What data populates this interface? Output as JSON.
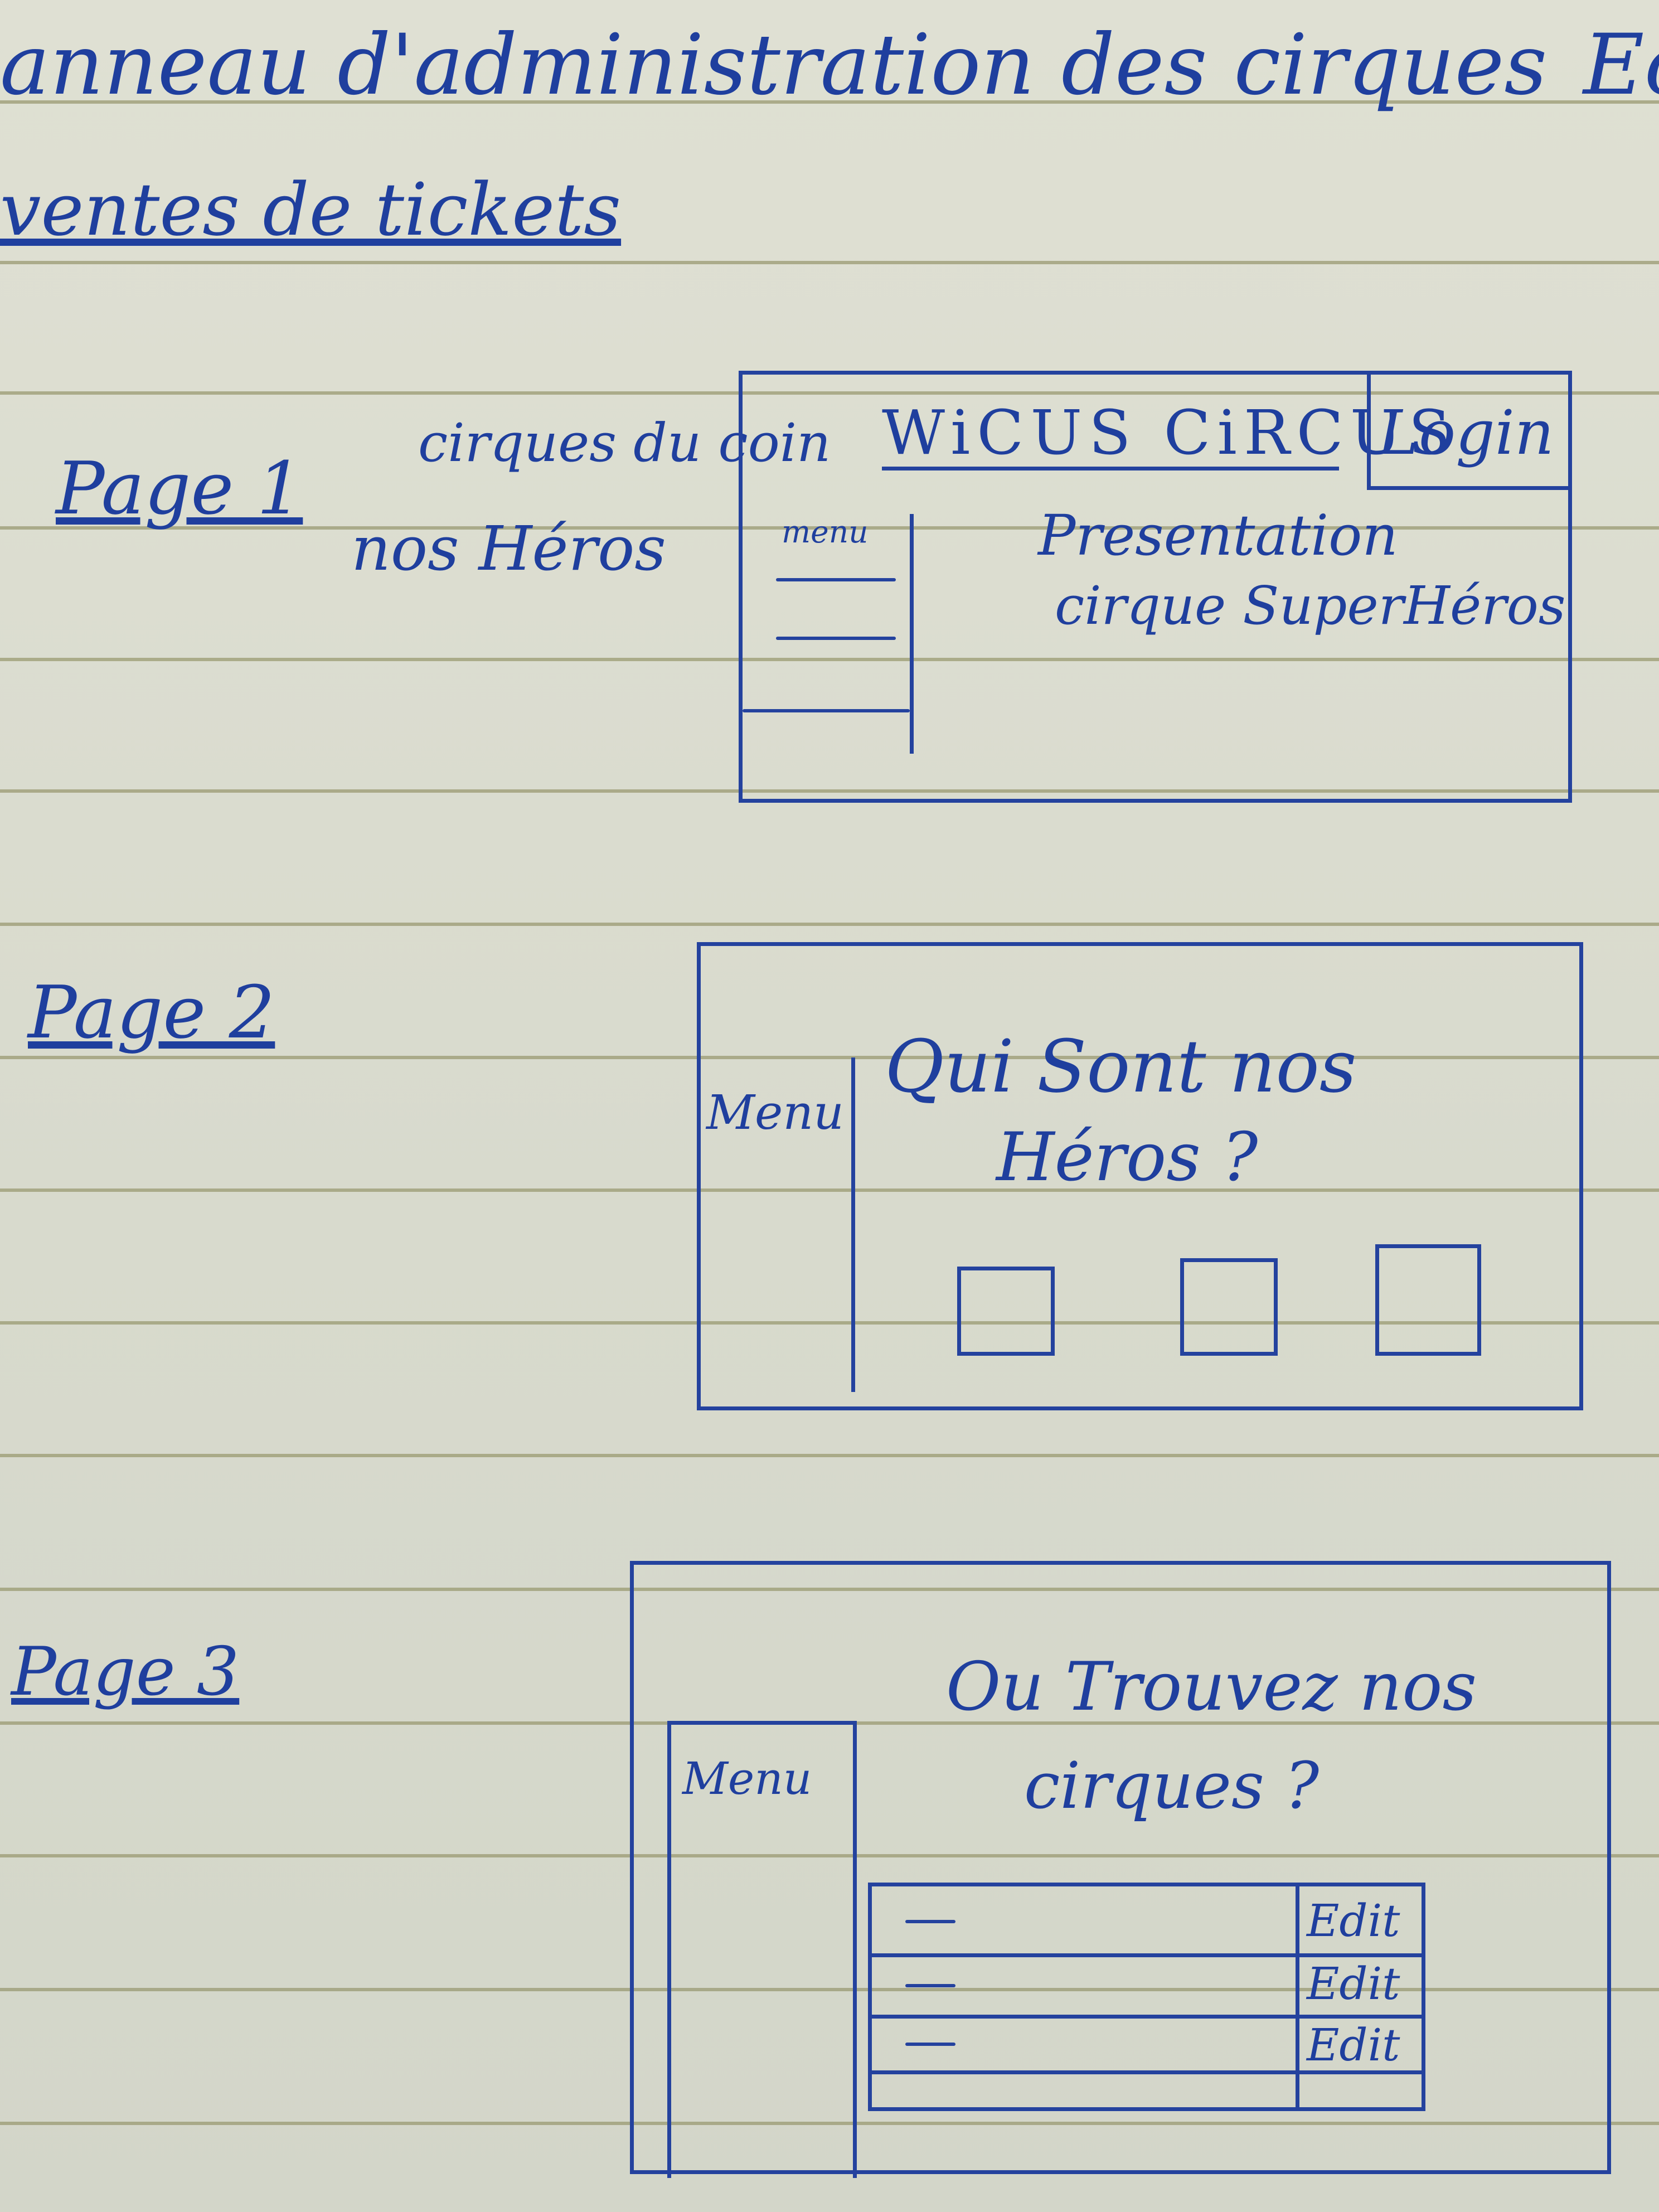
{
  "header": {
    "title": "anneau d'administration des cirques",
    "title_suffix": "Ec",
    "subtitle": "ventes de tickets"
  },
  "page1": {
    "label": "Page 1",
    "note_line1": "cirques du coin",
    "note_line2": "nos Héros",
    "brand": "WiCUS CiRCUS",
    "login": "Login",
    "menu": "menu",
    "content_line1": "Presentation",
    "content_line2": "cirque SuperHéros"
  },
  "page2": {
    "label": "Page 2",
    "menu": "Menu",
    "title_line1": "Qui Sont nos",
    "title_line2": "Héros ?"
  },
  "page3": {
    "label": "Page 3",
    "menu": "Menu",
    "title_line1": "Ou Trouvez nos",
    "title_line2": "cirques ?",
    "rows": [
      {
        "action": "Edit"
      },
      {
        "action": "Edit"
      },
      {
        "action": "Edit"
      }
    ]
  },
  "colors": {
    "ink": "#1f3f9e",
    "paper": "#dcdecf",
    "rule": "#9a9a72"
  }
}
